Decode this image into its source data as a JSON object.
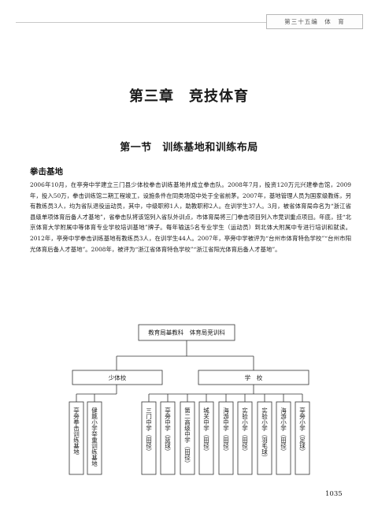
{
  "header": {
    "running_head": "第三十五编　体　育"
  },
  "chapter": {
    "title": "第三章　竞技体育"
  },
  "section": {
    "title": "第一节　训练基地和训练布局"
  },
  "subsection": {
    "title": "拳击基地"
  },
  "body": {
    "paragraph": "2006年10月，在亭旁中学建立三门县少体校拳击训练基地并成立拳击队。2008年7月，投资120万元兴建拳击馆，2009年，投入50万，拳击训练馆二期工程竣工，设施条件在同类场馆中处于全省前茅。2007年，基地管理人员为国家级教练，另有教练员3人，均为省队退役运动员，其中，中级职称1人，助教职称2人。在训学生37人。3月，被省体育局命名为“浙江省县级单项体育后备人才基地”，省拳击队将该馆列入省队外训点，市体育局将三门拳击项目列入市竞训重点项目。年底，挂“北京体育大学附属中等体育专业学校培训基地”牌子。每年输送5名专业学生（运动员）到北体大附属中专进行培训和就读。2012年，亭旁中学拳击训练基地有教练员3人，在训学生44人。2007年，亭旁中学被评为“台州市体育特色学校”“台州市阳光体育后备人才基地”。2008年，被评为“浙江省体育特色学校”“浙江省阳光体育后备人才基地”。"
  },
  "org_chart": {
    "root": "教育局基教科　体育局竞训科",
    "branches": [
      {
        "label": "少体校",
        "children": [
          "亭旁拳击训练基地",
          "健跳小学举重训练基地"
        ]
      },
      {
        "label": "学　校",
        "children": [
          "三门中学（田径）",
          "亭旁中学（篮球）",
          "第二高级中学（田径）",
          "城关中学（田径）",
          "海游中学（田径）",
          "实验小学（田径）",
          "实验小学（羽毛球）",
          "海游小学（田径）",
          "亭旁小学（足球）"
        ]
      }
    ]
  },
  "footer": {
    "page_number": "1035"
  }
}
